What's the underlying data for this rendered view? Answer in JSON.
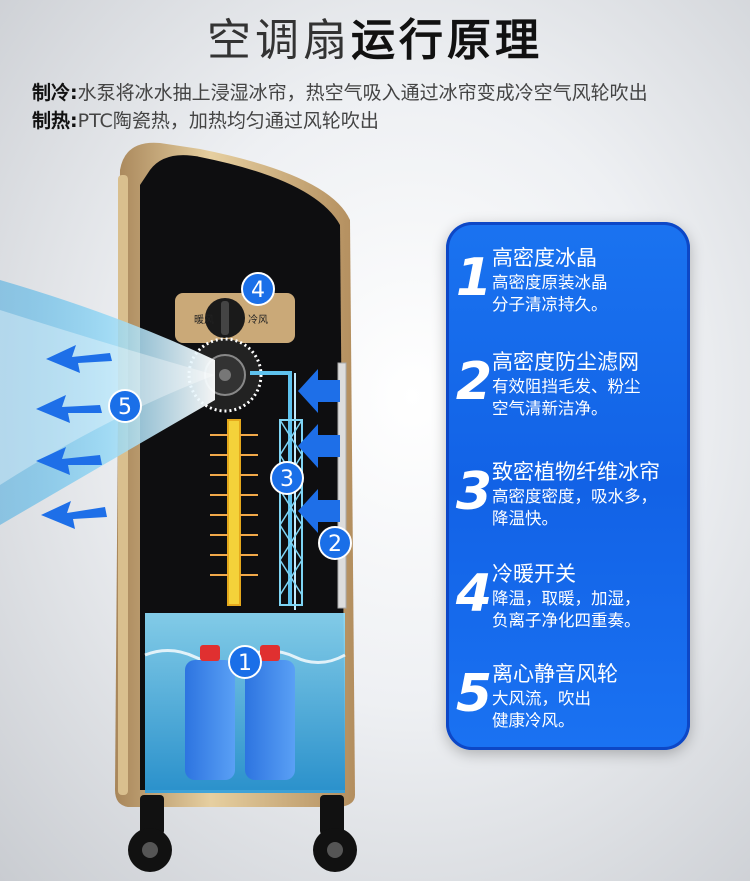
{
  "title": {
    "part1": "空调扇",
    "part2": "运行原理"
  },
  "cooling": {
    "label": "制冷:",
    "text": "水泵将冰水抽上浸湿冰帘，热空气吸入通过冰帘变成冷空气风轮吹出"
  },
  "heating": {
    "label": "制热:",
    "text": "PTC陶瓷热，加热均匀通过风轮吹出"
  },
  "diagram": {
    "markers": [
      "1",
      "2",
      "3",
      "4",
      "5"
    ],
    "knob_left": "暖风",
    "knob_right": "冷风"
  },
  "features": [
    {
      "num": "1",
      "title": "高密度冰晶",
      "lines": [
        "高密度原装冰晶",
        "分子清凉持久。"
      ]
    },
    {
      "num": "2",
      "title": "高密度防尘滤网",
      "lines": [
        "有效阻挡毛发、粉尘",
        "空气清新洁净。"
      ]
    },
    {
      "num": "3",
      "title": "致密植物纤维冰帘",
      "lines": [
        "高密度密度，吸水多，",
        "降温快。"
      ]
    },
    {
      "num": "4",
      "title": "冷暖开关",
      "lines": [
        "降温，取暖，加湿，",
        "负离子净化四重奏。"
      ]
    },
    {
      "num": "5",
      "title": "离心静音风轮",
      "lines": [
        "大风流，吹出",
        "健康冷风。"
      ]
    }
  ],
  "colors": {
    "panel": "#1565ea",
    "accent": "#1a73f0",
    "gold": "#c9a46a",
    "water": "#5ec2ee"
  }
}
